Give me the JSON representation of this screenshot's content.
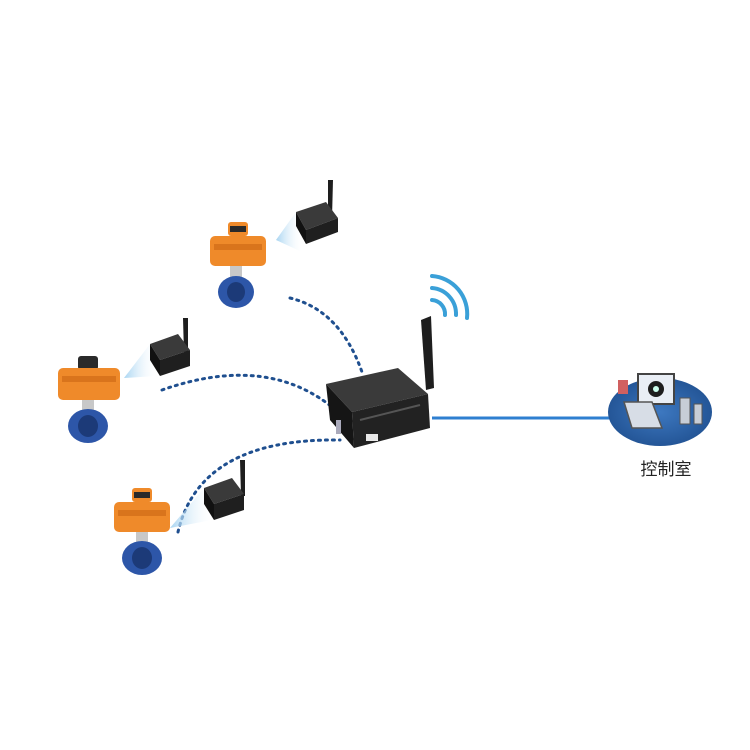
{
  "control_room": {
    "label": "控制室"
  },
  "colors": {
    "link_dotted": "#1f4f8f",
    "link_solid": "#2f7fd0",
    "actuator_orange": "#ef8a2a",
    "valve_blue": "#2d56a8",
    "device_dark": "#2a2a2a",
    "console_blue": "#2a5aa0",
    "beam_blue": "#bfe0f5"
  },
  "nodes": {
    "actuators": [
      {
        "name": "actuator-valve-1"
      },
      {
        "name": "actuator-valve-2"
      },
      {
        "name": "actuator-valve-3"
      }
    ],
    "wireless_modules": [
      {
        "name": "wireless-module-1"
      },
      {
        "name": "wireless-module-2"
      },
      {
        "name": "wireless-module-3"
      }
    ],
    "gateway": {
      "name": "wireless-gateway"
    }
  }
}
